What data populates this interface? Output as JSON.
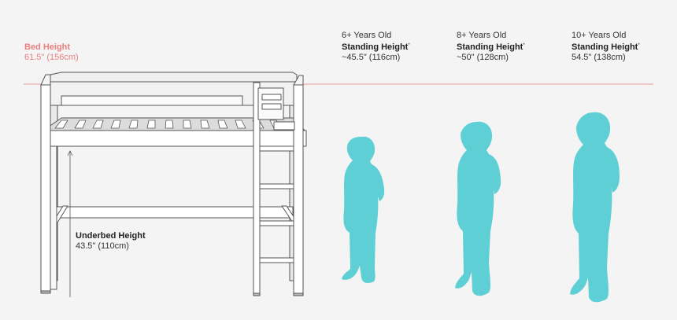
{
  "bed_height": {
    "label": "Bed Height",
    "value": "61.5\" (156cm)"
  },
  "underbed_height": {
    "label": "Underbed Height",
    "value": "43.5\" (110cm)"
  },
  "children": [
    {
      "age": "6+ Years Old",
      "height_label": "Standing Height",
      "height_mark": "*",
      "height": "~45.5\" (116cm)"
    },
    {
      "age": "8+ Years Old",
      "height_label": "Standing Height",
      "height_mark": "*",
      "height": "~50\" (128cm)"
    },
    {
      "age": "10+ Years Old",
      "height_label": "Standing Height",
      "height_mark": "*",
      "height": "54.5\" (138cm)"
    }
  ],
  "colors": {
    "background": "#f4f4f4",
    "bed_line": "#e8807f",
    "silhouette": "#5fcfd6",
    "bed_frame": "#ffffff",
    "bed_outline": "#555555"
  }
}
